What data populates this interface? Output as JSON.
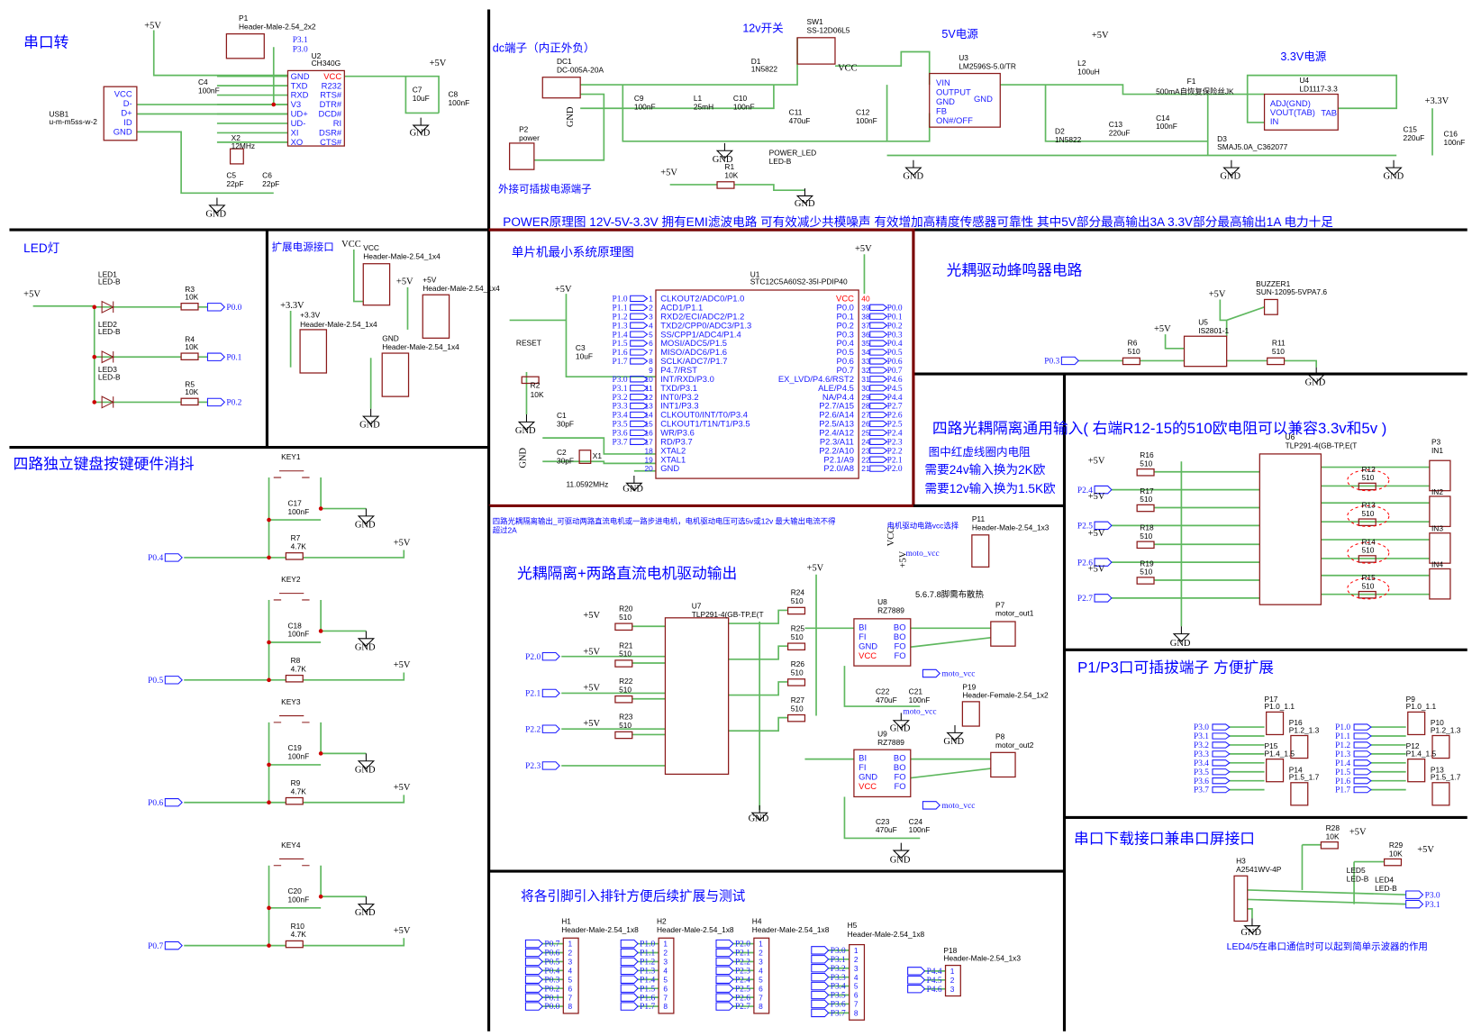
{
  "colors": {
    "title": "#0000ff",
    "wire": "#5fb85f",
    "part": "#8b1a1a",
    "divider": "#000000",
    "pin": "#1a1aff",
    "red": "#ff0000",
    "junction": "#cc0000"
  },
  "t": {
    "s_serial": "串口转",
    "s_dc": "dc端子（内正外负）",
    "s_sw12": "12v开关",
    "s_5v": "5V电源",
    "s_33v": "3.3V电源",
    "s_ext_term": "外接可插拔电源端子",
    "s_power": "POWER原理图 12V-5V-3.3V 拥有EMI滤波电路 可有效减少共模噪声 有效增加高精度传感器可靠性 其中5V部分最高输出3A 3.3V部分最高输出1A 电力十足",
    "s_led": "LED灯",
    "s_extpwr": "扩展电源接口",
    "s_mcu": "单片机最小系统原理图",
    "s_buzzer": "光耦驱动蜂鸣器电路",
    "s_optoin": "四路光耦隔离通用输入( 右端R12-15的510欧电阻可以兼容3.3v和5v )",
    "n_red1": "图中红虚线圈内电阻",
    "n_red2": "需要24v输入换为2K欧",
    "n_red3": "需要12v输入换为1.5K欧",
    "s_keys": "四路独立键盘按键硬件消抖",
    "n_motor1": "四路光耦隔离输出_可驱动两路直流电机或一路步进电机，电机驱动电压可选5v或12v 最大输出电流不得",
    "n_motor2": "超过2A",
    "n_vccsel": "电机驱动电路vcc选择",
    "s_motor": "光耦隔离+两路直流电机驱动输出",
    "n_heat": "5.6.7.8脚需布散热",
    "s_p1p3": "P1/P3口可插拔端子 方便扩展",
    "s_uart": "串口下载接口兼串口屏接口",
    "n_led45": "LED4/5在串口通信时可以起到简单示波器的作用",
    "s_headers": "将各引脚引入排针方便后续扩展与测试",
    "p5v": "+5V",
    "p33": "+3.3V",
    "gnd": "GND",
    "vcc": "VCC",
    "p1": "P1",
    "p1_v": "Header-Male-2.54_2x2",
    "p31": "P3.1",
    "p30": "P3.0",
    "u2": "U2",
    "u2_v": "CH340G",
    "usb1": "USB1",
    "usb1_v": "u-m-m5ss-w-2",
    "c4": "C4",
    "c4_v": "100nF",
    "x2": "X2",
    "x2_v": "12MHz",
    "c5": "C5",
    "c5_v": "22pF",
    "c6": "C6",
    "c6_v": "22pF",
    "c7": "C7",
    "c7_v": "10uF",
    "c8": "C8",
    "c8_v": "100nF",
    "dc1": "DC1",
    "dc1_v": "DC-005A-20A",
    "p2": "P2",
    "p2_v": "power",
    "c9": "C9",
    "c9_v": "100nF",
    "l1": "L1",
    "l1_v": "25mH",
    "c10": "C10",
    "c10_v": "100nF",
    "d1": "D1",
    "d1_v": "1N5822",
    "c11": "C11",
    "c11_v": "470uF",
    "sw1": "SW1",
    "sw1_v": "SS-12D06L5",
    "c12": "C12",
    "c12_v": "100nF",
    "u3": "U3",
    "u3_v": "LM2596S-5.0/TR",
    "pled": "POWER_LED",
    "pled_v": "LED-B",
    "r1": "R1",
    "r1_v": "10K",
    "l2": "L2",
    "l2_v": "100uH",
    "d2": "D2",
    "d2_v": "1N5822",
    "c13": "C13",
    "c13_v": "220uF",
    "c14": "C14",
    "c14_v": "100nF",
    "f1": "F1",
    "f1_v": "500mA自恢复保险丝JK",
    "u4": "U4",
    "u4_v": "LD1117-3.3",
    "d3": "D3",
    "d3_v": "SMAJ5.0A_C362077",
    "c15": "C15",
    "c15_v": "220uF",
    "c16": "C16",
    "c16_v": "100nF",
    "led1": "LED1",
    "led2": "LED2",
    "led3": "LED3",
    "ledb": "LED-B",
    "r3": "R3",
    "r4": "R4",
    "r5": "R5",
    "k10": "10K",
    "p00": "P0.0",
    "p01": "P0.1",
    "p02": "P0.2",
    "p03": "P0.3",
    "p04": "P0.4",
    "p05": "P0.5",
    "p06": "P0.6",
    "p07": "P0.7",
    "hm14": "Header-Male-2.54_1x4",
    "vcc_h": "VCC",
    "p5v_h": "+5V",
    "p33_h": "+3.3V",
    "gnd_h": "GND",
    "u1": "U1",
    "u1_v": "STC12C5A60S2-35I-PDIP40",
    "reset": "RESET",
    "c3": "C3",
    "c3_v": "10uF",
    "r2": "R2",
    "r2_v": "10K",
    "c1": "C1",
    "c1_v": "30pF",
    "c2": "C2",
    "c2_v": "30pF",
    "x1": "X1",
    "x1_v": "11.0592MHz",
    "buz": "BUZZER1",
    "buz_v": "SUN-12095-5VPA7.6",
    "u5": "U5",
    "u5_v": "IS2801-1",
    "r6": "R6",
    "r11": "R11",
    "v510": "510",
    "u6": "U6",
    "tlp": "TLP291-4(GB-TP,E(T",
    "r16": "R16",
    "r17": "R17",
    "r18": "R18",
    "r19": "R19",
    "r12": "R12",
    "r13": "R13",
    "r14": "R14",
    "r15": "R15",
    "p24": "P2.4",
    "p25": "P2.5",
    "p26": "P2.6",
    "p27": "P2.7",
    "p3": "P3",
    "in1": "IN1",
    "in2": "IN2",
    "in3": "IN3",
    "in4": "IN4",
    "key1": "KEY1",
    "key2": "KEY2",
    "key3": "KEY3",
    "key4": "KEY4",
    "c17": "C17",
    "c18": "C18",
    "c19": "C19",
    "c20": "C20",
    "n100": "100nF",
    "r7": "R7",
    "r8": "R8",
    "r9": "R9",
    "r10": "R10",
    "k47": "4.7K",
    "p11": "P11",
    "hm13": "Header-Male-2.54_1x3",
    "mvcc": "moto_vcc",
    "u7": "U7",
    "r20": "R20",
    "r21": "R21",
    "r22": "R22",
    "r23": "R23",
    "r24": "R24",
    "r25": "R25",
    "r26": "R26",
    "r27": "R27",
    "p20": "P2.0",
    "p21": "P2.1",
    "p22": "P2.2",
    "p23": "P2.3",
    "u8": "U8",
    "u9": "U9",
    "rz": "RZ7889",
    "p7": "P7",
    "p7_v": "motor_out1",
    "p8": "P8",
    "p8_v": "motor_out2",
    "c22": "C22",
    "c22_v": "470uF",
    "c21": "C21",
    "c21_v": "100nF",
    "c23": "C23",
    "c23_v": "470uF",
    "c24": "C24",
    "c24_v": "100nF",
    "p19": "P19",
    "p19_v": "Header-Female-2.54_1x2",
    "p17": "P17",
    "p16": "P16",
    "p15": "P15",
    "p14": "P14",
    "p9": "P9",
    "p10": "P10",
    "p12": "P12",
    "p13": "P13",
    "p1011": "P1.0_1.1",
    "p1213": "P1.2_1.3",
    "p1415": "P1.4_1.5",
    "p1517": "P1.5_1.7",
    "r28": "R28",
    "r29": "R29",
    "h3": "H3",
    "h3_v": "A2541WV-4P",
    "led5": "LED5",
    "led4": "LED4",
    "h1": "H1",
    "h2": "H2",
    "h4": "H4",
    "h5": "H5",
    "hm18": "Header-Male-2.54_1x8",
    "p18": "P18"
  },
  "usb_pins": [
    "VCC",
    "D-",
    "D+",
    "ID",
    "GND"
  ],
  "ch340_left": [
    "GND",
    "TXD",
    "RXD",
    "V3",
    "UD+",
    "UD-",
    "XI",
    "XO"
  ],
  "ch340_right": [
    "VCC",
    "R232",
    "RTS#",
    "DTR#",
    "DCD#",
    "RI",
    "DSR#",
    "CTS#"
  ],
  "lm2596_pins": [
    "VIN",
    "OUTPUT",
    "GND",
    "FB",
    "ON#/OFF"
  ],
  "ld1117_pins": [
    "ADJ(GND)",
    "VOUT(TAB)",
    "IN"
  ],
  "ld1117_tab": "TAB",
  "rz_left": [
    "BI",
    "FI",
    "GND",
    "VCC"
  ],
  "rz_right": [
    "BO",
    "BO",
    "FO",
    "FO"
  ],
  "mcu_left": [
    "P1.0",
    "P1.1",
    "P1.2",
    "P1.3",
    "P1.4",
    "P1.5",
    "P1.6",
    "P1.7",
    "P3.0",
    "P3.1",
    "P3.2",
    "P3.3",
    "P3.4",
    "P3.5",
    "P3.6",
    "P3.7"
  ],
  "mcu_left_fn": [
    "CLKOUT2/ADC0/P1.0",
    "ACD1/P1.1",
    "RXD2/ECI/ADC2/P1.2",
    "TXD2/CPP0/ADC3/P1.3",
    "SS/CPP1/ADC4/P1.4",
    "MOSI/ADC5/P1.5",
    "MISO/ADC6/P1.6",
    "SCLK/ADC7/P1.7",
    "P4.7/RST",
    "INT/RXD/P3.0",
    "TXD/P3.1",
    "INT0/P3.2",
    "INT1/P3.3",
    "CLKOUT0/INT/T0/P3.4",
    "CLKOUT1/T1N/T1/P3.5",
    "WR/P3.6",
    "RD/P3.7",
    "XTAL2",
    "XTAL1",
    "GND"
  ],
  "mcu_right_fn": [
    "VCC",
    "P0.0",
    "P0.1",
    "P0.2",
    "P0.3",
    "P0.4",
    "P0.5",
    "P0.6",
    "P0.7",
    "EX_LVD/P4.6/RST2",
    "ALE/P4.5",
    "NA/P4.4",
    "P2.7/A15",
    "P2.6/A14",
    "P2.5/A13",
    "P2.4/A12",
    "P2.3/A11",
    "P2.2/A10",
    "P2.1/A9",
    "P2.0/A8"
  ],
  "mcu_right": [
    "P0.0",
    "P0.1",
    "P0.2",
    "P0.3",
    "P0.4",
    "P0.5",
    "P0.6",
    "P0.7",
    "P4.6",
    "P4.5",
    "P4.4",
    "P2.7",
    "P2.6",
    "P2.5",
    "P2.4",
    "P2.3",
    "P2.2",
    "P2.1",
    "P2.0"
  ],
  "h1_pins": [
    "P0.7",
    "P0.6",
    "P0.5",
    "P0.4",
    "P0.3",
    "P0.2",
    "P0.1",
    "P0.0"
  ],
  "h2_pins": [
    "P1.0",
    "P1.1",
    "P1.2",
    "P1.3",
    "P1.4",
    "P1.5",
    "P1.6",
    "P1.7"
  ],
  "h4_pins": [
    "P2.0",
    "P2.1",
    "P2.2",
    "P2.3",
    "P2.4",
    "P2.5",
    "P2.6",
    "P2.7"
  ],
  "h5_pins": [
    "P3.0",
    "P3.1",
    "P3.2",
    "P3.3",
    "P3.4",
    "P3.5",
    "P3.6",
    "P3.7"
  ],
  "p18_pins": [
    "P4.4",
    "P4.5",
    "P4.6"
  ]
}
